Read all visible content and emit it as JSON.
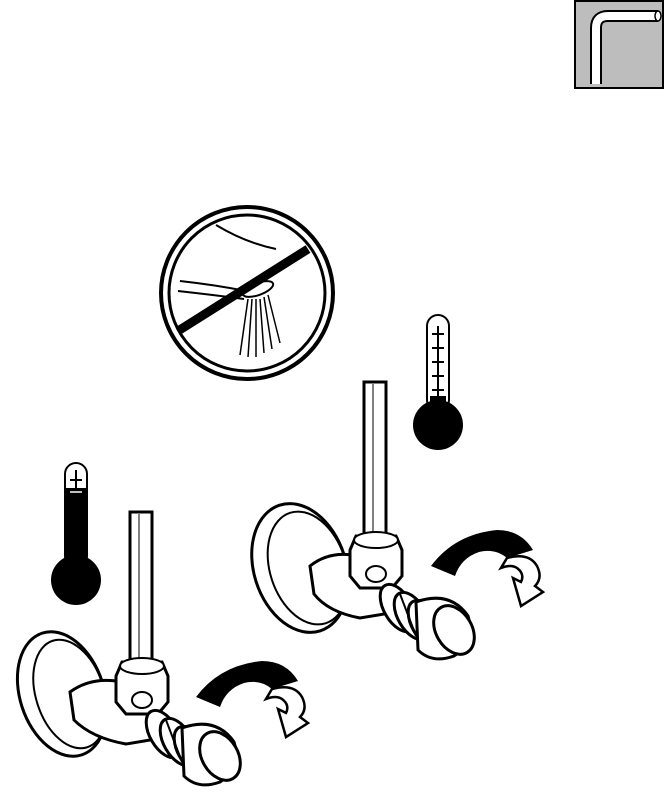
{
  "figure": {
    "tool_icon": "hex-key-icon",
    "prohibition_icon": "no-shower-icon",
    "thermometers": [
      {
        "icon": "thermometer-cold-icon",
        "level": 0.15
      },
      {
        "icon": "thermometer-hot-icon",
        "level": 0.85
      }
    ],
    "valves": [
      {
        "icon": "angle-valve-icon"
      },
      {
        "icon": "angle-valve-icon"
      }
    ],
    "rotation_arrows": [
      {
        "icon": "rotate-arrow-icon",
        "direction": "clockwise"
      },
      {
        "icon": "rotate-arrow-icon",
        "direction": "clockwise"
      }
    ],
    "colors": {
      "ink": "#000000",
      "panel": "#bdbdbd",
      "paper": "#ffffff"
    }
  }
}
